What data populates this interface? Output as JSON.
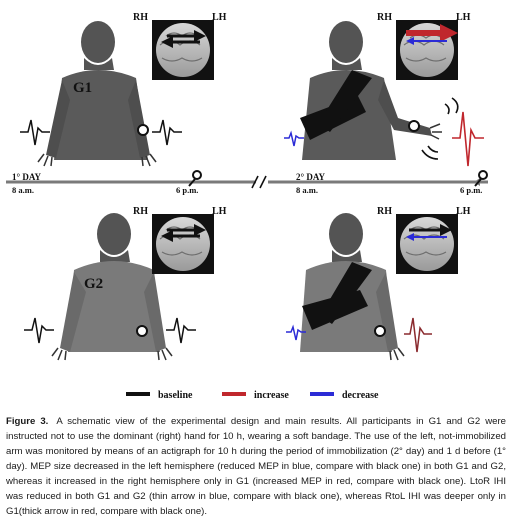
{
  "panels": {
    "top_left": {
      "group": "G1",
      "rh": "RH",
      "lh": "LH"
    },
    "top_right": {
      "rh": "RH",
      "lh": "LH"
    },
    "bottom_left": {
      "group": "G2",
      "rh": "RH",
      "lh": "LH"
    },
    "bottom_right": {
      "rh": "RH",
      "lh": "LH"
    }
  },
  "timeline": {
    "day1": "1° DAY",
    "day1_start": "8 a.m.",
    "day1_end": "6 p.m.",
    "day2": "2° DAY",
    "day2_start": "8 a.m.",
    "day2_end": "6 p.m."
  },
  "legend": [
    {
      "label": "baseline",
      "color": "#111111"
    },
    {
      "label": "increase",
      "color": "#c0272d"
    },
    {
      "label": "decrease",
      "color": "#2b2bd6"
    }
  ],
  "caption": {
    "label": "Figure 3.",
    "text": "A schematic view of the experimental design and main results. All participants in G1 and G2 were instructed not to use the dominant (right) hand for 10 h, wearing a soft bandage. The use of the left, not-immobilized arm was monitored by means of an actigraph for 10 h during the period of immobilization (2° day) and 1 d before (1° day). MEP size decreased in the left hemisphere (reduced MEP in blue, compare with black one) in both G1 and G2, whereas it increased in the right hemisphere only in G1 (increased MEP in red, compare with black one). LtoR IHI was reduced in both G1 and G2 (thin arrow in blue, compare with black one), whereas RtoL IHI was deeper only in G1(thick arrow in red, compare with black one)."
  },
  "colors": {
    "baseline": "#111111",
    "increase": "#c0272d",
    "decrease": "#2b2bd6",
    "person": "#545454"
  }
}
